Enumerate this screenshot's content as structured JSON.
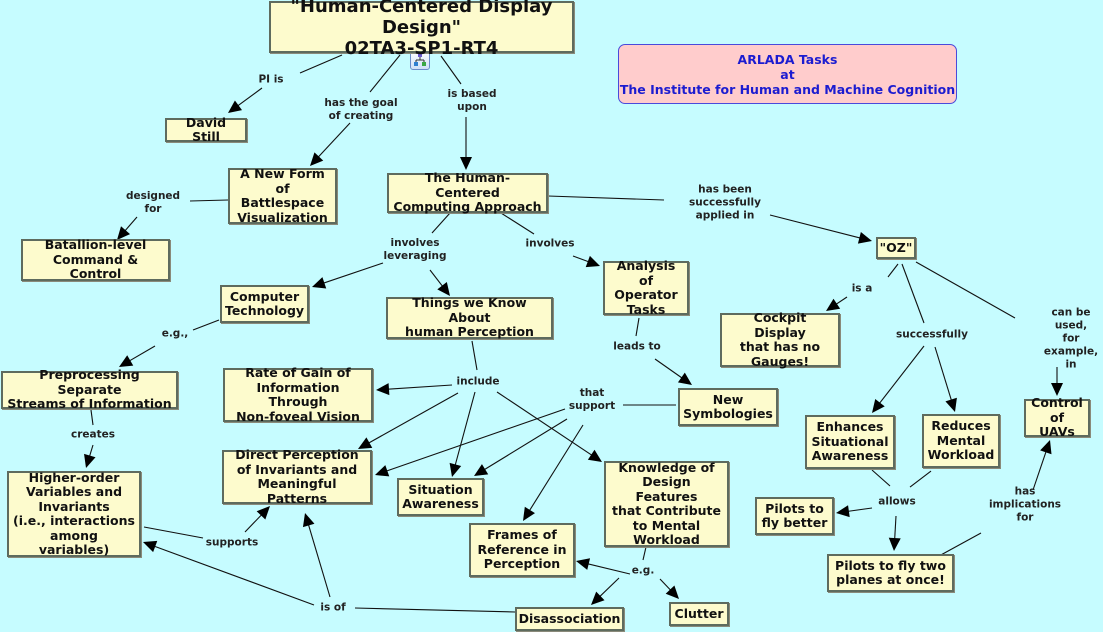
{
  "banner": {
    "line1": "ARLADA Tasks",
    "line2": "at",
    "line3": "The Institute for Human and Machine Cognition"
  },
  "colors": {
    "background": "#c6fcff",
    "concept_fill": "#fdfbcd",
    "concept_border": "#5e6b5e",
    "banner_fill": "#ffcccc",
    "banner_text": "#1c1cd0"
  },
  "resource_icon": "concept-map-resource-icon",
  "concepts": {
    "title": "\"Human-Centered Display Design\"\n02TA3-SP1-RT4",
    "david": "David Still",
    "battlespace": "A New Form of\nBattlespace\nVisualization",
    "batallion": "Batallion-level\nCommand & Control",
    "hcc": "The Human-Centered\nComputing Approach",
    "oz": "\"OZ\"",
    "computer": "Computer\nTechnology",
    "things": "Things we Know About\nhuman Perception",
    "analysis": "Analysis of\nOperator\nTasks",
    "cockpit": "Cockpit Display\nthat has no\nGauges!",
    "preproc": "Preprocessing Separate\nStreams of Information",
    "rate": "Rate of Gain of\nInformation Through\nNon-foveal Vision",
    "newsym": "New\nSymbologies",
    "control": "Control\nof UAVs",
    "enhances": "Enhances\nSituational\nAwareness",
    "reduces": "Reduces\nMental\nWorkload",
    "direct": "Direct Perception\nof Invariants and\nMeaningful Patterns",
    "situation": "Situation\nAwareness",
    "knowledge": "Knowledge of\nDesign Features\nthat Contribute\nto Mental\nWorkload",
    "higher": "Higher-order\nVariables and\nInvariants\n(i.e., interactions\namong variables)",
    "pilotsbetter": "Pilots to\nfly better",
    "frames": "Frames of\nReference in\nPerception",
    "pilotstwo": "Pilots to fly two\nplanes at once!",
    "disassoc": "Disassociation",
    "clutter": "Clutter"
  },
  "linking_phrases": {
    "pi_is": "PI is",
    "goal": "has the goal\nof creating",
    "based": "is based\nupon",
    "designed": "designed\nfor",
    "applied": "has been\nsuccessfully\napplied in",
    "involves_lev": "involves\nleveraging",
    "involves": "involves",
    "is_a": "is a",
    "successfully": "successfully",
    "can_be_used": "can be used,\nfor example,\nin",
    "eg1": "e.g.,",
    "leads_to": "leads to",
    "include": "include",
    "that_support": "that\nsupport",
    "creates": "creates",
    "allows": "allows",
    "has_impl": "has\nimplications\nfor",
    "supports": "supports",
    "eg2": "e.g.",
    "is_of": "is of"
  }
}
